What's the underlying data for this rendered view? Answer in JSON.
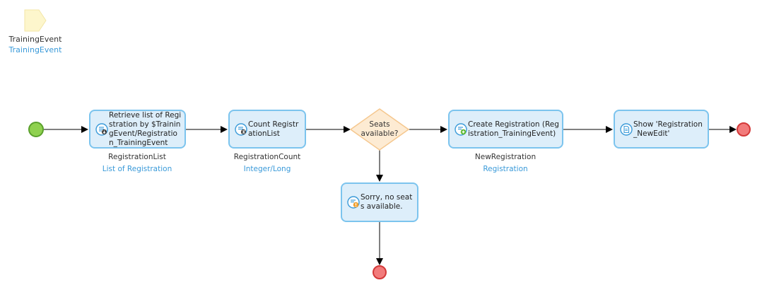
{
  "parameter": {
    "name": "TrainingEvent",
    "type": "TrainingEvent"
  },
  "activities": {
    "retrieve": {
      "text": "Retrieve list of Registration by $TrainingEvent/Registration_TrainingEvent",
      "output_name": "RegistrationList",
      "output_type": "List of Registration"
    },
    "count": {
      "text": "Count RegistrationList",
      "output_name": "RegistrationCount",
      "output_type": "Integer/Long"
    },
    "create": {
      "text": "Create Registration (Registration_TrainingEvent)",
      "output_name": "NewRegistration",
      "output_type": "Registration"
    },
    "show": {
      "text": "Show 'Registration_NewEdit'"
    },
    "message": {
      "text": "Sorry, no seats available."
    }
  },
  "decision": {
    "text": "Seats available?"
  },
  "colors": {
    "start_fill": "#8fd14f",
    "start_stroke": "#5aa02c",
    "end_fill": "#f27b7b",
    "end_stroke": "#d43939",
    "activity_fill": "#ddeefa",
    "activity_stroke": "#7cc4ee",
    "decision_fill": "#fdebd3",
    "decision_stroke": "#f5c78e",
    "parameter_fill": "#fdf6cc",
    "link": "#3a9ad9"
  },
  "icons": {
    "retrieve": "retrieve-icon",
    "count": "aggregate-icon",
    "create": "create-object-icon",
    "show": "show-page-icon",
    "message": "warning-message-icon"
  }
}
